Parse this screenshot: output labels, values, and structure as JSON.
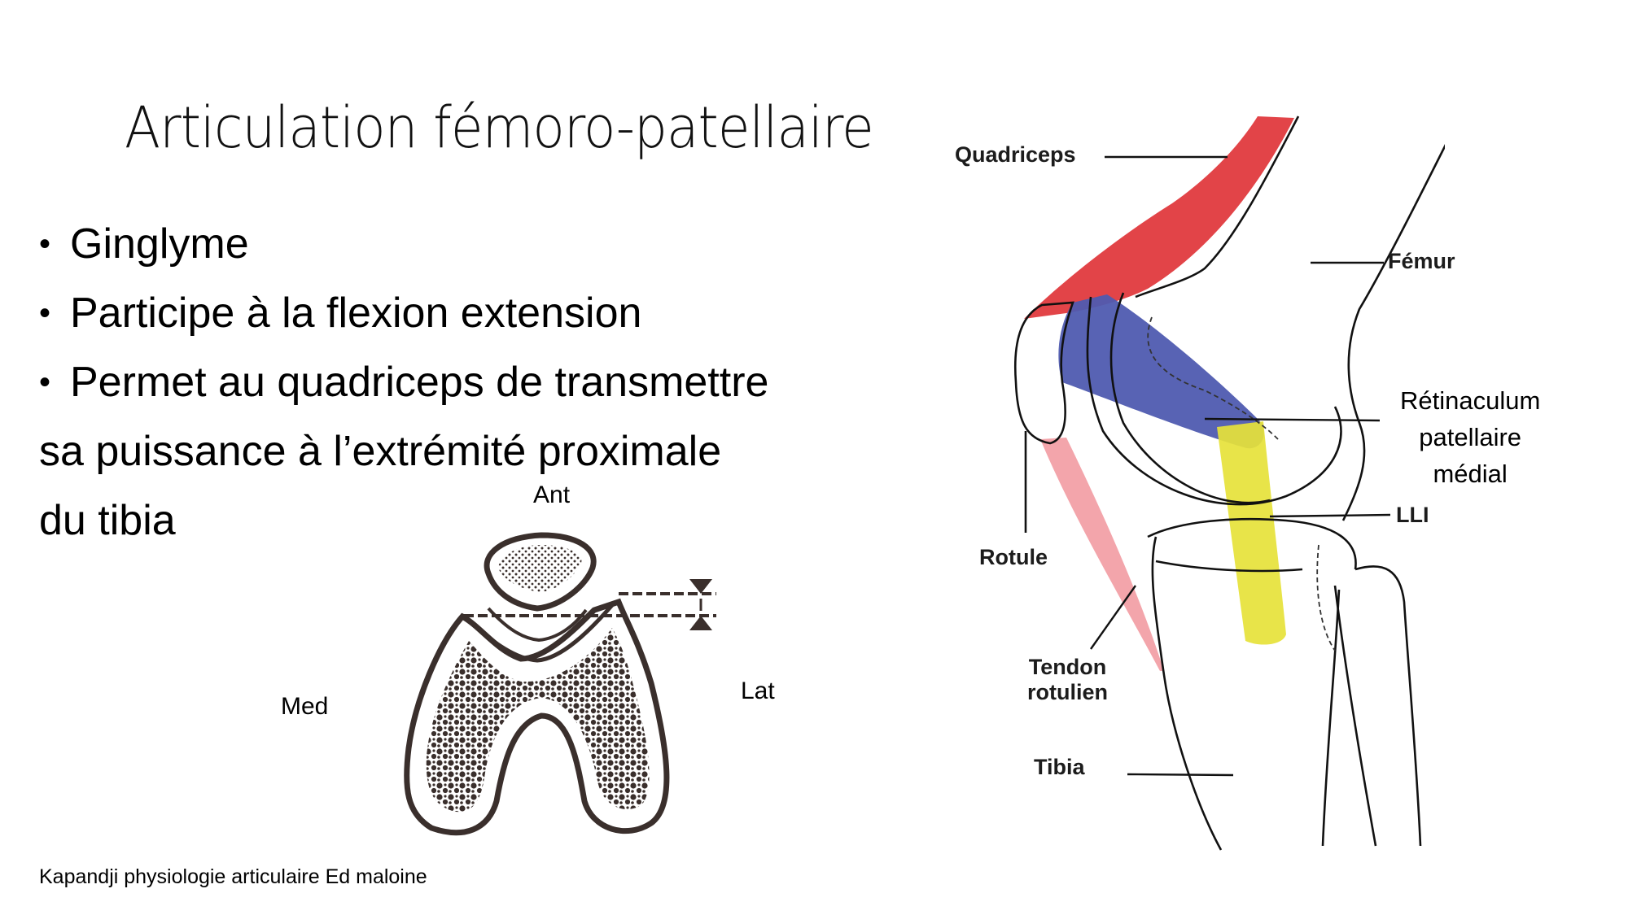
{
  "slide": {
    "title": "Articulation fémoro-patellaire",
    "bullets": [
      "Ginglyme",
      "Participe à la flexion extension",
      "Permet au quadriceps de transmettre"
    ],
    "continuation_lines": [
      "sa puissance à l’extrémité proximale",
      "du tibia"
    ],
    "credit": "Kapandji physiologie articulaire Ed maloine"
  },
  "axial_diagram": {
    "labels": {
      "anterior": "Ant",
      "medial": "Med",
      "lateral": "Lat"
    }
  },
  "lateral_diagram": {
    "labels": {
      "quadriceps": "Quadriceps",
      "femur": "Fémur",
      "retinaculum": [
        "Rétinaculum",
        "patellaire",
        "médial"
      ],
      "lli": "LLI",
      "rotule": "Rotule",
      "tendon": [
        "Tendon",
        "rotulien"
      ],
      "tibia": "Tibia"
    },
    "colors": {
      "quadriceps": "#e03a3e",
      "retinaculum": "#4f5bb0",
      "lli": "#e6e23a",
      "patellar_tendon": "#f2a0a6"
    }
  }
}
